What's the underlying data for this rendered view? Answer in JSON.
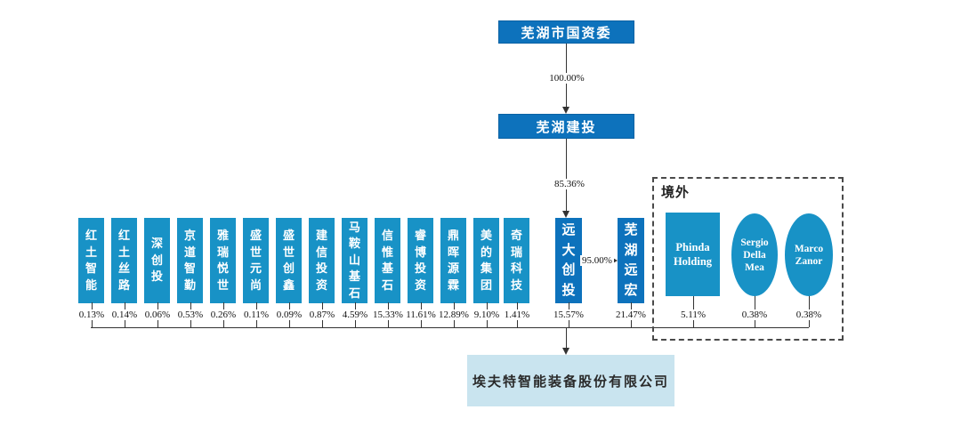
{
  "palette": {
    "dark_blue": "#0d72bc",
    "teal": "#1892c6",
    "light_blue": "#c9e4ef",
    "line_color": "#333333"
  },
  "top_chain": [
    {
      "name": "芜湖市国资委",
      "pct_to_next": "100.00%"
    },
    {
      "name": "芜湖建投",
      "pct_to_next": "85.36%"
    }
  ],
  "shareholders": [
    {
      "name": "红土智能",
      "pct": "0.13%",
      "variant": "teal"
    },
    {
      "name": "红土丝路",
      "pct": "0.14%",
      "variant": "teal"
    },
    {
      "name": "深创投",
      "pct": "0.06%",
      "variant": "teal"
    },
    {
      "name": "京道智勤",
      "pct": "0.53%",
      "variant": "teal"
    },
    {
      "name": "雅瑞悦世",
      "pct": "0.26%",
      "variant": "teal"
    },
    {
      "name": "盛世元尚",
      "pct": "0.11%",
      "variant": "teal"
    },
    {
      "name": "盛世创鑫",
      "pct": "0.09%",
      "variant": "teal"
    },
    {
      "name": "建信投资",
      "pct": "0.87%",
      "variant": "teal"
    },
    {
      "name": "马鞍山基石",
      "pct": "4.59%",
      "variant": "teal"
    },
    {
      "name": "信惟基石",
      "pct": "15.33%",
      "variant": "teal"
    },
    {
      "name": "睿博投资",
      "pct": "11.61%",
      "variant": "teal"
    },
    {
      "name": "鼎晖源霖",
      "pct": "12.89%",
      "variant": "teal"
    },
    {
      "name": "美的集团",
      "pct": "9.10%",
      "variant": "teal"
    },
    {
      "name": "奇瑞科技",
      "pct": "1.41%",
      "variant": "teal"
    },
    {
      "name": "远大创投",
      "pct": "15.57%",
      "variant": "dark"
    },
    {
      "name": "芜湖远宏",
      "pct": "21.47%",
      "variant": "dark"
    }
  ],
  "cross_holding": {
    "pct": "95.00%"
  },
  "overseas": {
    "label": "境外",
    "entities": [
      {
        "name": "Phinda Holding",
        "pct": "5.11%"
      },
      {
        "name": "Sergio Della Mea",
        "pct": "0.38%"
      },
      {
        "name": "Marco Zanor",
        "pct": "0.38%"
      }
    ]
  },
  "company": {
    "name": "埃夫特智能装备股份有限公司"
  }
}
